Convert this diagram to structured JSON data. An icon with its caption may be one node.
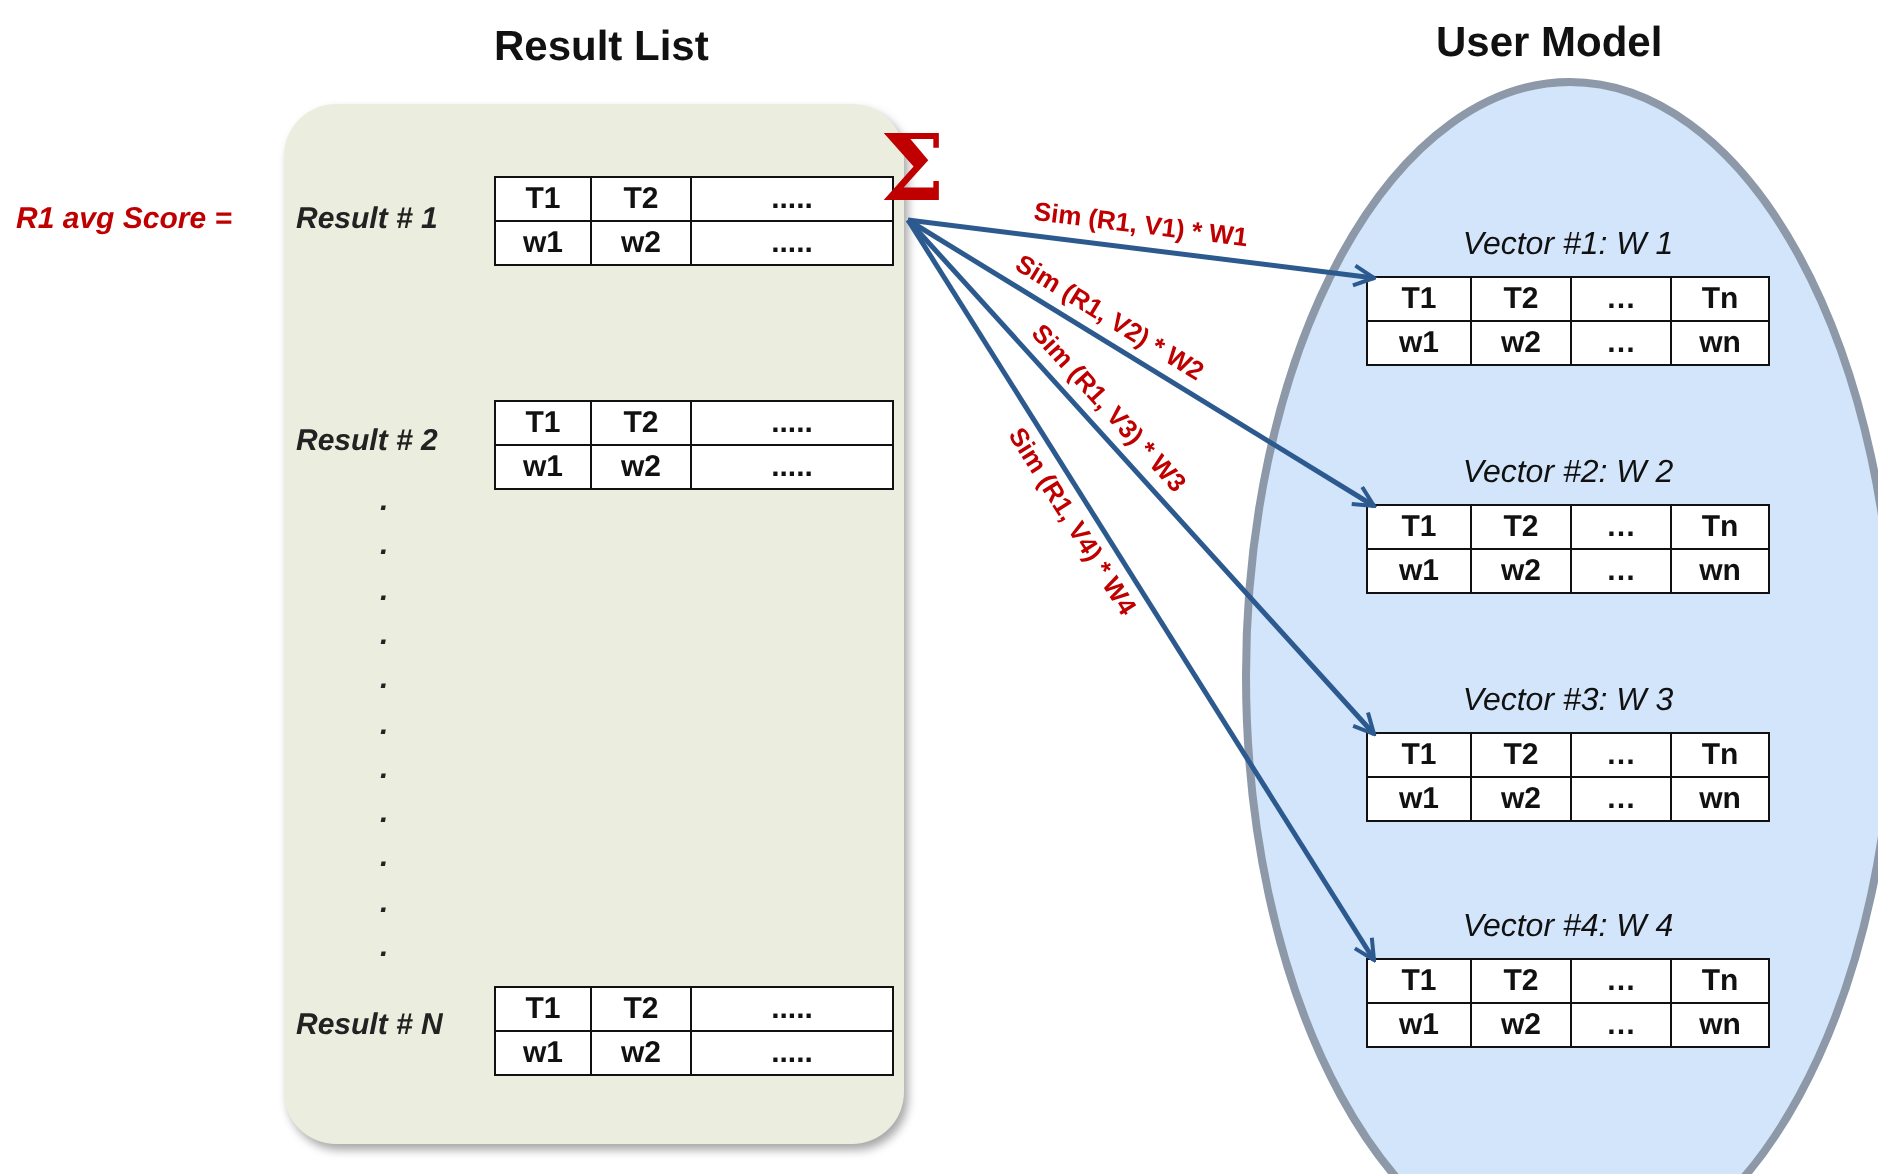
{
  "diagram": {
    "nodes": [
      {
        "text": [
          "Result List"
        ]
      },
      {
        "text": [
          "T1",
          "T2",
          ".....",
          "w1",
          "w2",
          "....."
        ],
        "in": 0
      },
      {
        "text": [
          "T1",
          "T2",
          ".....",
          "w1",
          "w2",
          "....."
        ],
        "in": 0
      },
      {
        "text": [
          "T1",
          "T2",
          ".....",
          "w1",
          "w2",
          "....."
        ],
        "in": 0
      },
      {
        "text": [
          "Σ"
        ]
      },
      {
        "text": [
          "User Model"
        ]
      },
      {
        "text": [
          "Vector #1: W 1",
          "T1",
          "T2",
          "…",
          "Tn",
          "w1",
          "w2",
          "…",
          "wn"
        ],
        "in": 5
      },
      {
        "text": [
          "Vector #2: W 2",
          "T1",
          "T2",
          "…",
          "Tn",
          "w1",
          "w2",
          "…",
          "wn"
        ],
        "in": 5
      },
      {
        "text": [
          "Vector #3: W 3",
          "T1",
          "T2",
          "…",
          "Tn",
          "w1",
          "w2",
          "…",
          "wn"
        ],
        "in": 5
      },
      {
        "text": [
          "Vector #4: W 4",
          "T1",
          "T2",
          "…",
          "Tn",
          "w1",
          "w2",
          "…",
          "wn"
        ],
        "in": 5
      }
    ],
    "edges": [
      {
        "from": 4,
        "to": 6,
        "arrow": "to",
        "label": "Sim (R1, V1) * W1"
      },
      {
        "from": 4,
        "to": 7,
        "arrow": "to",
        "label": "Sim (R1, V2) * W2"
      },
      {
        "from": 4,
        "to": 8,
        "arrow": "to",
        "label": "Sim (R1, V3) * W3"
      },
      {
        "from": 4,
        "to": 9,
        "arrow": "to",
        "label": "Sim (R1, V4) * W4"
      }
    ],
    "labels": [
      "R1 avg Score =",
      "Result # 1",
      "Result # 2",
      ".",
      ".",
      ".",
      ".",
      ".",
      ".",
      ".",
      ".",
      ".",
      ".",
      ".",
      "Result # N"
    ]
  }
}
